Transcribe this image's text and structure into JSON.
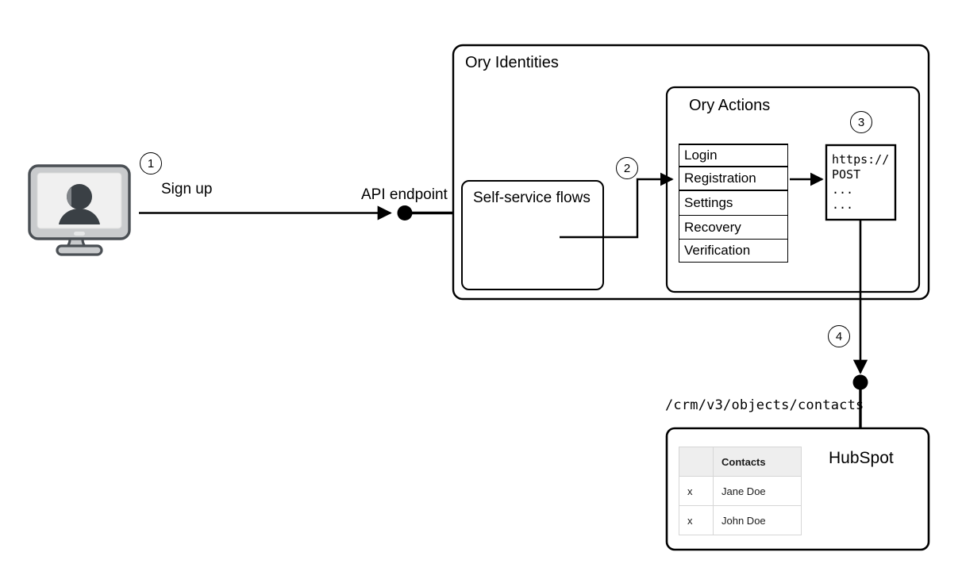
{
  "diagram": {
    "title_hidden": "",
    "steps": [
      {
        "n": "1"
      },
      {
        "n": "2"
      },
      {
        "n": "3"
      },
      {
        "n": "4"
      }
    ],
    "labels": {
      "sign_up": "Sign up",
      "api_endpoint": "API endpoint",
      "crm_path": "/crm/v3/objects/contacts"
    },
    "actor": {
      "icon": "user-monitor-icon"
    },
    "ory_identities": {
      "title": "Ory Identities",
      "self_service": {
        "title": "Self-service flows"
      },
      "ory_actions": {
        "title": "Ory Actions",
        "flows": [
          {
            "label": "Login"
          },
          {
            "label": "Registration"
          },
          {
            "label": "Settings"
          },
          {
            "label": "Recovery"
          },
          {
            "label": "Verification"
          }
        ],
        "webhook": {
          "lines": [
            "https://",
            "POST",
            "...",
            "..."
          ]
        }
      }
    },
    "hubspot": {
      "title": "HubSpot",
      "table": {
        "headers": [
          "",
          "Contacts"
        ],
        "rows": [
          {
            "mark": "x",
            "name": "Jane Doe"
          },
          {
            "mark": "x",
            "name": "John Doe"
          }
        ]
      }
    },
    "colors": {
      "stroke": "#000000",
      "background": "#ffffff",
      "table_header_bg": "#eeeeee",
      "table_border": "#d6d6d6",
      "monitor_body": "#c9cbcd",
      "monitor_outline": "#4a4f54",
      "monitor_screen": "#f0f0f0",
      "avatar": "#3a4045"
    }
  }
}
